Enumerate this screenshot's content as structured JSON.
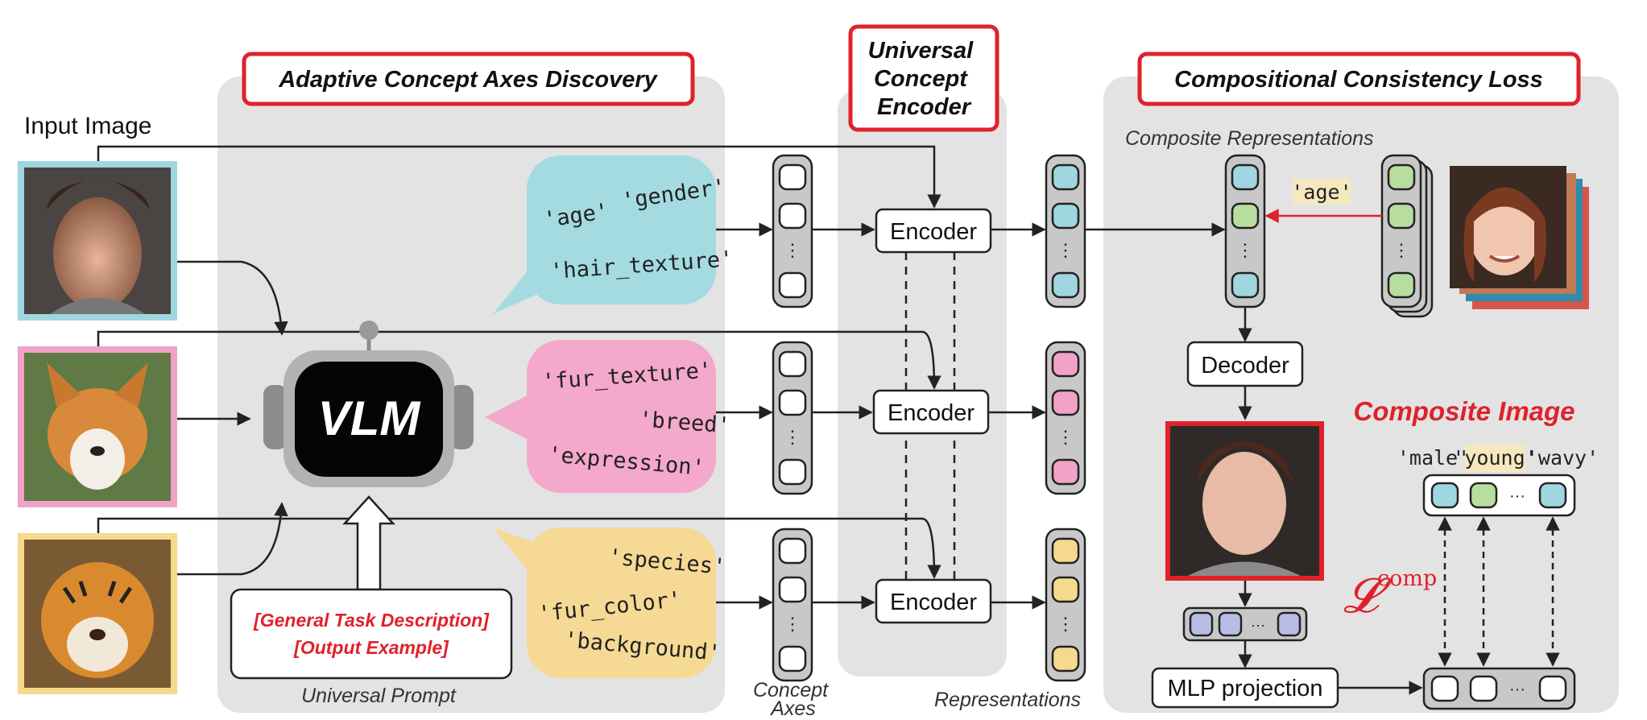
{
  "inputs": {
    "label": "Input Image",
    "images": [
      {
        "name": "face",
        "frame_color": "#9fd6df"
      },
      {
        "name": "dog",
        "frame_color": "#f0a3c6"
      },
      {
        "name": "tiger",
        "frame_color": "#f5d98c"
      }
    ]
  },
  "sections": {
    "adaptive": {
      "title": "Adaptive Concept Axes Discovery"
    },
    "encoder": {
      "title_lines": [
        "Universal",
        "Concept",
        "Encoder"
      ]
    },
    "compositional": {
      "title": "Compositional Consistency Loss"
    }
  },
  "vlm": {
    "label": "VLM",
    "prompt_lines": [
      "[General Task Description]",
      "[Output Example]"
    ],
    "prompt_caption": "Universal Prompt"
  },
  "bubbles": [
    {
      "color": "#a3dbe1",
      "words": [
        "'age'",
        "'gender'",
        "'hair_texture'"
      ]
    },
    {
      "color": "#f4a8cc",
      "words": [
        "'fur_texture'",
        "'breed'",
        "'expression'"
      ]
    },
    {
      "color": "#f6d994",
      "words": [
        "'species'",
        "'fur_color'",
        "'background'"
      ]
    }
  ],
  "concept_axes_label_lines": [
    "Concept",
    "Axes"
  ],
  "encoder_label": "Encoder",
  "representations_label": "Representations",
  "composite_representations_label": "Composite Representations",
  "age_tag": "'age'",
  "decoder_label": "Decoder",
  "composite_image_label": "Composite Image",
  "composite_words": [
    "'male'",
    "'young'",
    "'wavy'"
  ],
  "loss_symbol": "𝓛",
  "loss_superscript": "comp",
  "mlp_label": "MLP projection",
  "ellipsis": "···",
  "vdots": "⋮",
  "colors": {
    "accent_red": "#e0212b",
    "panel_gray": "#e3e3e4",
    "cell_blue": "#9fd6df",
    "cell_green": "#b7dd9f",
    "cell_pink": "#f0a3c6",
    "cell_yellow": "#f5d98c",
    "cell_lavender": "#b9bde6",
    "tag_highlight": "#f5e8bf"
  }
}
